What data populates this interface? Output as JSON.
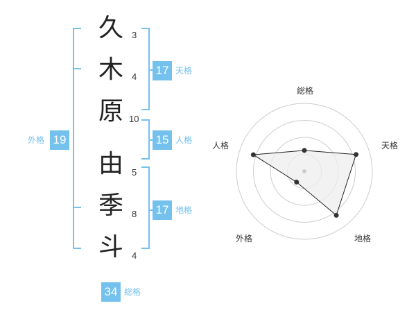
{
  "colors": {
    "bracket": "#74c1ee",
    "badge": "#74c1ee",
    "label": "#74c1ee",
    "radar_fill": "#eeeeee",
    "radar_line": "#222222",
    "grid": "#cccccc"
  },
  "name": {
    "characters": [
      "久",
      "木",
      "原",
      "由",
      "季",
      "斗"
    ],
    "strokes": [
      "3",
      "4",
      "10",
      "5",
      "8",
      "4"
    ]
  },
  "fortunes": {
    "tenkaku": {
      "value": "17",
      "label": "天格"
    },
    "jinkaku": {
      "value": "15",
      "label": "人格"
    },
    "chikaku": {
      "value": "17",
      "label": "地格"
    },
    "gaikaku": {
      "value": "19",
      "label": "外格"
    },
    "soukaku": {
      "value": "34",
      "label": "総格"
    }
  },
  "radar": {
    "axes": [
      "総格",
      "天格",
      "地格",
      "外格",
      "人格"
    ],
    "levels": 4,
    "values": [
      1.54,
      4.0,
      4.0,
      0.98,
      3.95
    ],
    "max": 5
  }
}
